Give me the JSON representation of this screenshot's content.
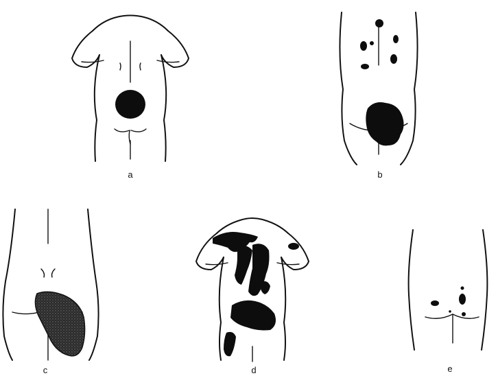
{
  "colors": {
    "ink": "#111111",
    "background": "#ffffff"
  },
  "panels": [
    {
      "id": "a",
      "label": "a",
      "view": "back"
    },
    {
      "id": "b",
      "label": "b",
      "view": "back"
    },
    {
      "id": "c",
      "label": "c",
      "view": "back"
    },
    {
      "id": "d",
      "label": "d",
      "view": "back"
    },
    {
      "id": "e",
      "label": "e",
      "view": "back"
    }
  ]
}
